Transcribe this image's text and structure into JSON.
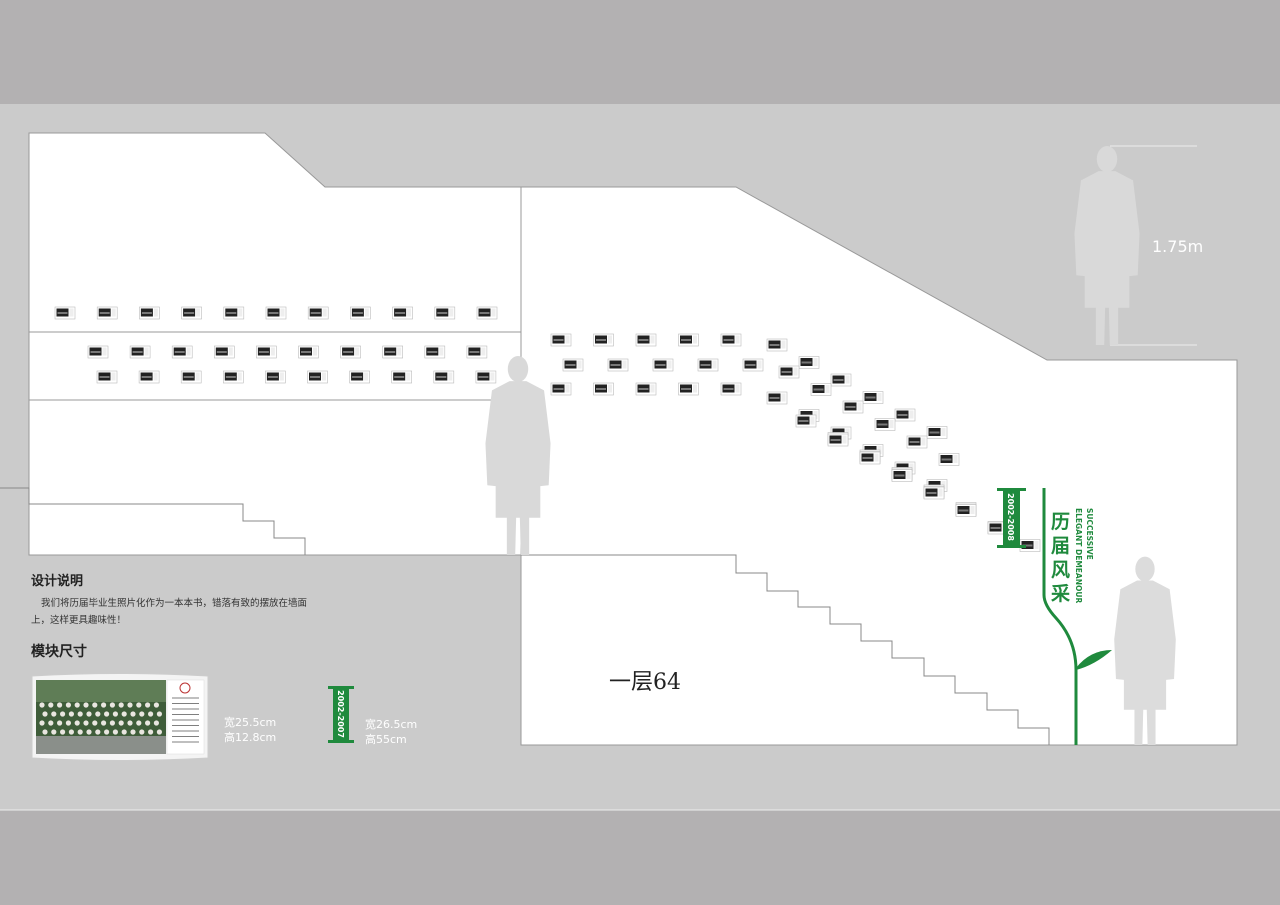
{
  "design_note": {
    "title": "设计说明",
    "body": "我们将历届毕业生照片化作为一本本书，错落有致的摆放在墙面上，这样更具趣味性！"
  },
  "module_size": {
    "title": "模块尺寸",
    "photo_width": "宽25.5cm",
    "photo_height": "高12.8cm",
    "post_width": "宽26.5cm",
    "post_height": "高55cm",
    "post_years": "2002-2007"
  },
  "wall": {
    "floor_label": "一层64",
    "year_tag": "2002-2008",
    "title_cn": "历届风采",
    "title_en_1": "SUCCESSIVE",
    "title_en_2": "ELEGANT DEMEANOUR",
    "person_height": "1.75m"
  },
  "colors": {
    "accent_green": "#1f8a3d",
    "wall_white": "#ffffff",
    "band_gray": "#cbcbcb",
    "outer_gray": "#b3b1b2",
    "silhouette": "#d9d9d9"
  }
}
